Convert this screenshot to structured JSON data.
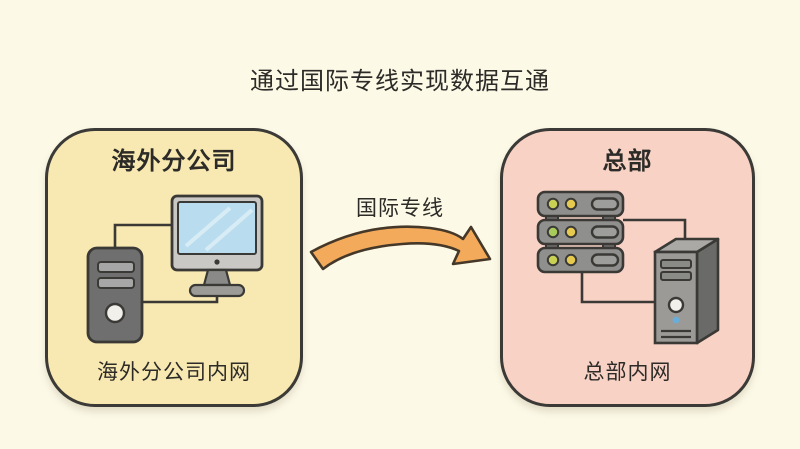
{
  "title": "通过国际专线实现数据互通",
  "connection": {
    "label": "国际专线"
  },
  "left_box": {
    "title": "海外分公司",
    "caption": "海外分公司内网"
  },
  "right_box": {
    "title": "总部",
    "caption": "总部内网"
  },
  "icons": {
    "left": "desktop-computer-icon",
    "right": [
      "server-rack-icon",
      "tower-server-icon"
    ],
    "connector": "curved-arrow-icon"
  },
  "colors": {
    "background": "#fcf9e7",
    "left_box_fill": "#f8e8b2",
    "right_box_fill": "#f8d2c5",
    "outline": "#3b3a36",
    "arrow_fill": "#f3ab5b",
    "screen_blue": "#b9ddee",
    "led_green": "#a8c95c",
    "led_yellow": "#e6c94f",
    "led_blue": "#68aed8",
    "text": "#2c2b27"
  }
}
